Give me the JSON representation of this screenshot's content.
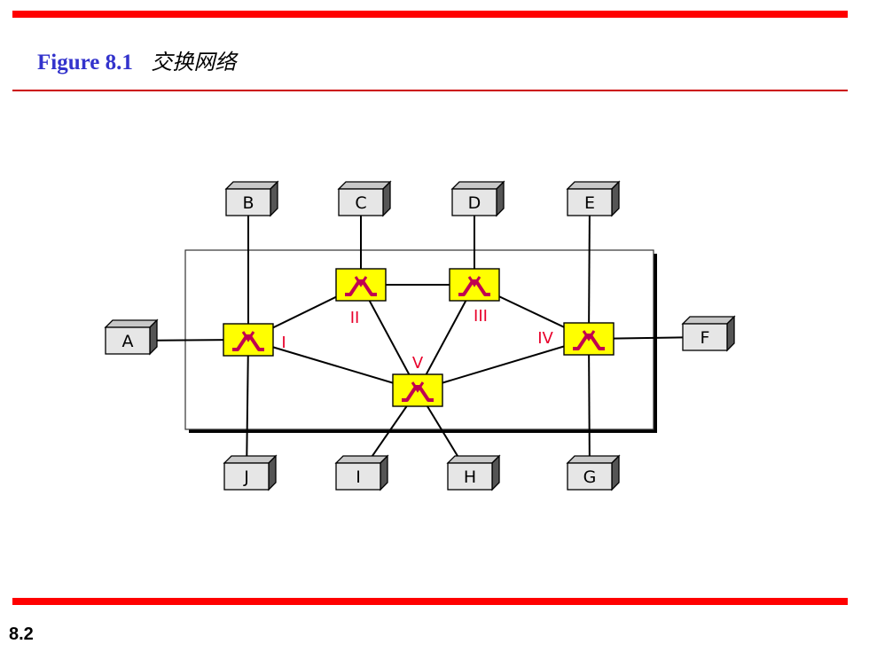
{
  "header": {
    "figure_number": "Figure 8.1",
    "figure_title": "交换网络"
  },
  "footer": {
    "slide_number": "8.2"
  },
  "colors": {
    "accent_bar": "#ff0000",
    "title_blue": "#3333cc",
    "switch_fill": "#ffff00",
    "switch_symbol": "#c00050",
    "switch_label": "#e8002b",
    "station_fill": "#e6e6e6"
  },
  "diagram": {
    "stations": [
      "A",
      "B",
      "C",
      "D",
      "E",
      "F",
      "G",
      "H",
      "I",
      "J"
    ],
    "switches": [
      "I",
      "II",
      "III",
      "IV",
      "V"
    ],
    "switch_icon": "switch-icon",
    "links": [
      [
        "A",
        "I"
      ],
      [
        "B",
        "I"
      ],
      [
        "J",
        "I"
      ],
      [
        "C",
        "II"
      ],
      [
        "D",
        "III"
      ],
      [
        "E",
        "IV"
      ],
      [
        "F",
        "IV"
      ],
      [
        "G",
        "IV"
      ],
      [
        "I",
        "H"
      ],
      [
        "H",
        "V"
      ],
      [
        "I",
        "II"
      ],
      [
        "I",
        "V"
      ],
      [
        "II",
        "III"
      ],
      [
        "II",
        "V"
      ],
      [
        "III",
        "IV"
      ],
      [
        "III",
        "V"
      ],
      [
        "IV",
        "V"
      ]
    ]
  }
}
